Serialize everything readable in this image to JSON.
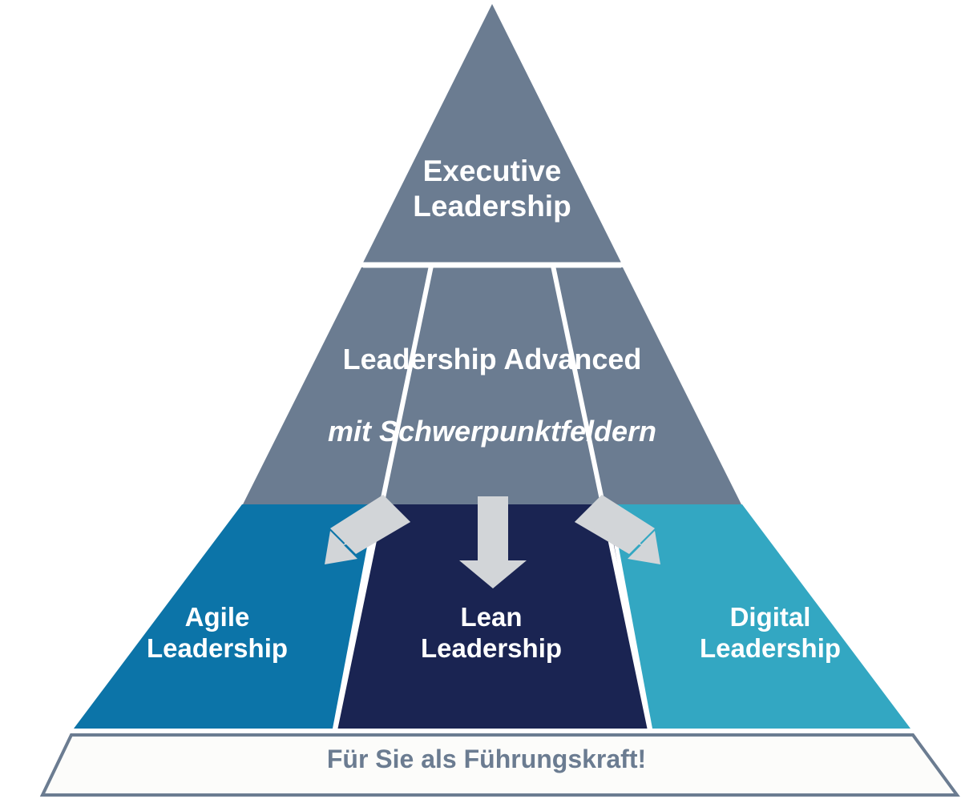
{
  "diagram": {
    "type": "pyramid",
    "title_language": "de",
    "colors": {
      "upper_gray": "#6B7C91",
      "agile_blue": "#0C74A8",
      "lean_navy": "#1A2452",
      "digital_teal": "#33A7C2",
      "arrow_gray": "#D2D5D8",
      "divider_white": "#FFFFFF",
      "footer_text": "#6B7C91",
      "footer_outline": "#6B7C91",
      "footer_fill": "#FCFCFA",
      "label_text": "#FFFFFF"
    },
    "levels": [
      {
        "id": "executive",
        "label": "Executive\nLeadership",
        "fill": "#6B7C91",
        "position": "apex"
      },
      {
        "id": "advanced",
        "label_main": "Leadership Advanced",
        "label_sub": "mit Schwerpunktfeldern",
        "fill": "#6B7C91",
        "position": "middle"
      }
    ],
    "focus_areas": [
      {
        "id": "agile",
        "label": "Agile\nLeadership",
        "fill": "#0C74A8"
      },
      {
        "id": "lean",
        "label": "Lean\nLeadership",
        "fill": "#1A2452"
      },
      {
        "id": "digital",
        "label": "Digital\nLeadership",
        "fill": "#33A7C2"
      }
    ],
    "arrows": [
      {
        "id": "arrow-to-agile",
        "direction": "down-left",
        "target": "agile"
      },
      {
        "id": "arrow-to-lean",
        "direction": "down",
        "target": "lean"
      },
      {
        "id": "arrow-to-digital",
        "direction": "down-right",
        "target": "digital"
      }
    ],
    "footer": {
      "label": "Für Sie als Führungskraft!"
    }
  }
}
